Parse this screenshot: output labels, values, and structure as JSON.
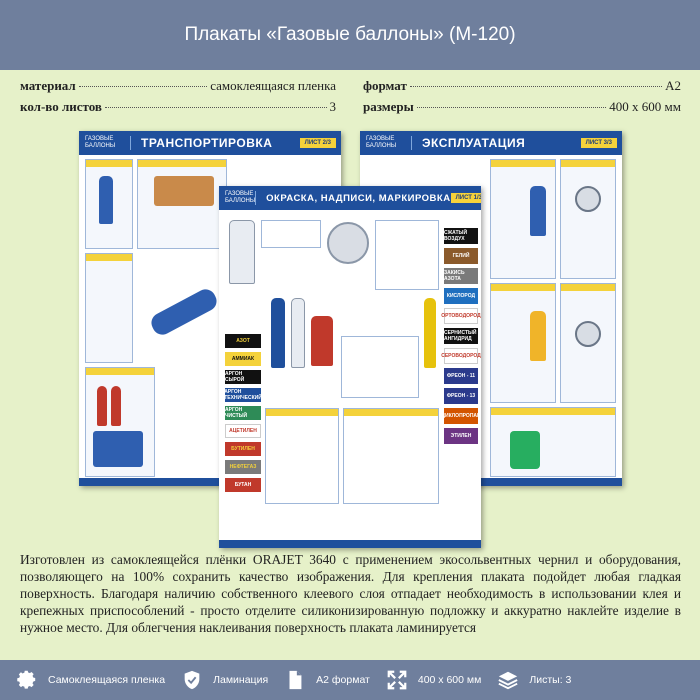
{
  "header": {
    "title": "Плакаты «Газовые баллоны» (М-120)"
  },
  "specs": {
    "left": [
      {
        "key": "материал",
        "value": "самоклеящаяся пленка"
      },
      {
        "key": "кол-во листов",
        "value": "3"
      }
    ],
    "right": [
      {
        "key": "формат",
        "value": "А2"
      },
      {
        "key": "размеры",
        "value": "400 х 600 мм"
      }
    ]
  },
  "posters": {
    "logo": "ГАЗОВЫЕ БАЛЛОНЫ",
    "left": {
      "title": "ТРАНСПОРТИРОВКА",
      "sheet": "ЛИСТ 2/3"
    },
    "right": {
      "title": "ЭКСПЛУАТАЦИЯ",
      "sheet": "ЛИСТ 3/3"
    },
    "center": {
      "title": "ОКРАСКА, НАДПИСИ, МАРКИРОВКА",
      "sheet": "ЛИСТ 1/3"
    },
    "gas_labels": [
      "АЗОТ",
      "АММИАК",
      "АРГОН СЫРОЙ",
      "АРГОН ТЕХНИЧЕСКИЙ",
      "АРГОН ЧИСТЫЙ",
      "АЦЕТИЛЕН",
      "БУТИЛЕН",
      "НЕФТЕГАЗ",
      "БУТАН"
    ],
    "gas_labels_right": [
      "СЖАТЫЙ ВОЗДУХ",
      "ГЕЛИЙ",
      "ЗАКИСЬ АЗОТА",
      "КИСЛОРОД",
      "ОРТОВОДОРОД",
      "СЕРНИСТЫЙ АНГИДРИД",
      "СЕРОВОДОРОД",
      "ФРЕОН - 11",
      "ФРЕОН - 13",
      "ЦИКЛОПРОПАН",
      "ЭТИЛЕН"
    ],
    "colors": {
      "poster_blue": "#1f4f9c",
      "accent_yellow": "#f4d23b"
    }
  },
  "description": "Изготовлен из самоклеящейся плёнки ORAJET 3640 с применением экосольвентных чернил и оборудования, позволяющего на 100% сохранить качество изображения. Для крепления плаката подойдет любая гладкая поверхность. Благодаря наличию собственного клеевого слоя отпадает необходимость в использовании клея и крепежных приспособлений - просто отделите силиконизированную подложку и аккуратно наклейте изделие в нужное место. Для облегчения наклеивания поверхность плаката ламинируется",
  "features": [
    {
      "icon": "gear-icon",
      "label": "Самоклеящаяся пленка"
    },
    {
      "icon": "shield-check-icon",
      "label": "Ламинация"
    },
    {
      "icon": "document-icon",
      "label": "А2 формат"
    },
    {
      "icon": "expand-icon",
      "label": "400 х 600 мм"
    },
    {
      "icon": "layers-icon",
      "label": "Листы: 3"
    }
  ]
}
